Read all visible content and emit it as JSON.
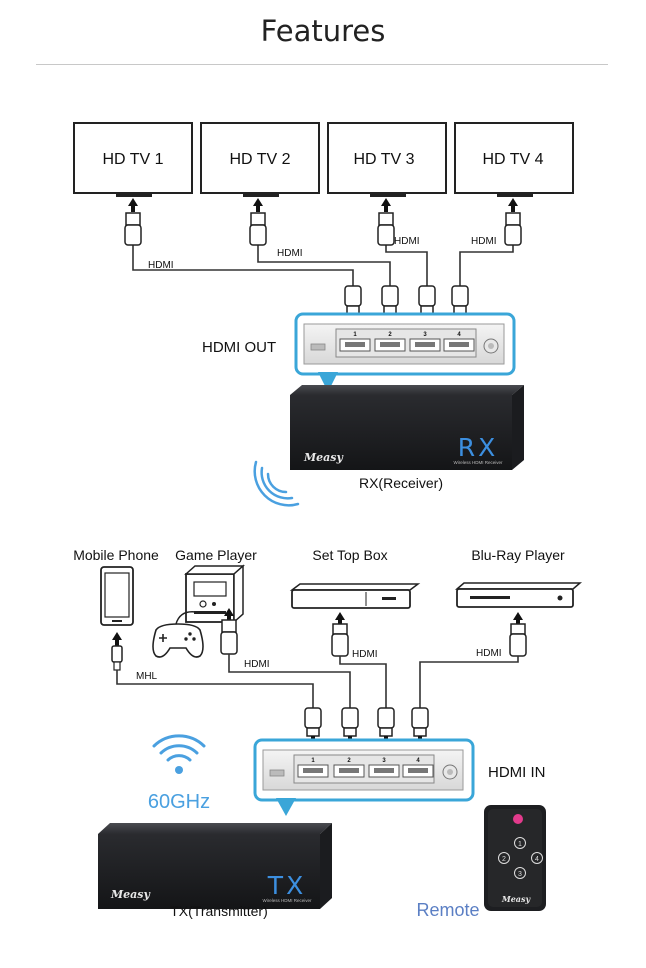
{
  "page_title": "Features",
  "rx_section": {
    "tvs": [
      "HD TV 1",
      "HD TV 2",
      "HD TV 3",
      "HD TV 4"
    ],
    "cable_labels": [
      "HDMI",
      "HDMI",
      "HDMI",
      "HDMI"
    ],
    "port_panel_label": "HDMI OUT",
    "port_numbers": [
      "1",
      "2",
      "3",
      "4"
    ],
    "device_brand": "Measy",
    "device_code": "RX",
    "device_subtitle": "Wireless HDMI Receiver",
    "device_caption": "RX(Receiver)"
  },
  "tx_section": {
    "sources": [
      "Mobile Phone",
      "Game Player",
      "Set Top Box",
      "Blu-Ray Player"
    ],
    "cable_labels": [
      "MHL",
      "HDMI",
      "HDMI",
      "HDMI"
    ],
    "port_panel_label": "HDMI IN",
    "port_numbers": [
      "1",
      "2",
      "3",
      "4"
    ],
    "wireless_label": "60GHz",
    "device_brand": "Measy",
    "device_code": "TX",
    "device_subtitle": "Wireless HDMI Receiver",
    "device_caption": "TX(Transmitter)",
    "remote_label": "Remote",
    "remote_brand": "Measy",
    "remote_buttons": [
      "1",
      "2",
      "3",
      "4"
    ]
  },
  "colors": {
    "accent_blue": "#3aa6d8",
    "device_body": "#232427",
    "device_code_blue": "#3c8fe0",
    "wireless_blue": "#4aa0e0",
    "remote_label": "#5b7fc4"
  }
}
